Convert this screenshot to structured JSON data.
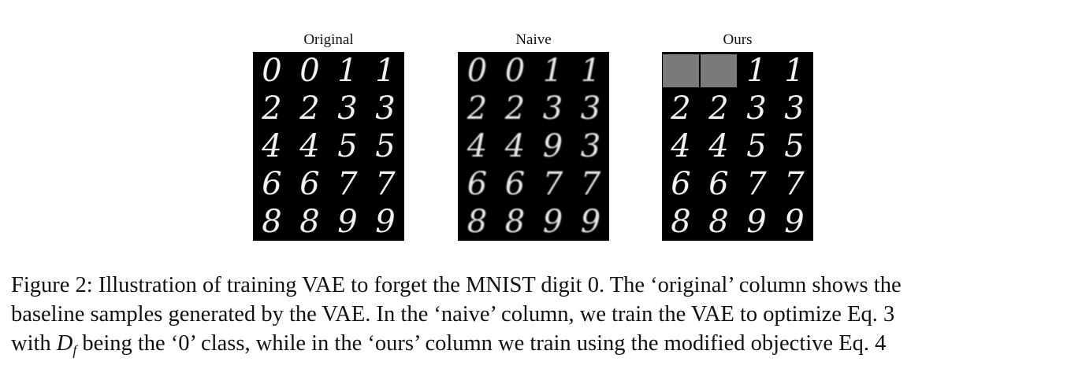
{
  "figure": {
    "panels": [
      {
        "title": "Original",
        "cells": [
          "0",
          "0",
          "1",
          "1",
          "2",
          "2",
          "3",
          "3",
          "4",
          "4",
          "5",
          "5",
          "6",
          "6",
          "7",
          "7",
          "8",
          "8",
          "9",
          "9"
        ],
        "grey_cells": []
      },
      {
        "title": "Naive",
        "cells": [
          "0",
          "0",
          "1",
          "1",
          "2",
          "2",
          "3",
          "3",
          "4",
          "4",
          "9",
          "3",
          "6",
          "6",
          "7",
          "7",
          "8",
          "8",
          "9",
          "9"
        ],
        "grey_cells": []
      },
      {
        "title": "Ours",
        "cells": [
          "",
          "",
          "1",
          "1",
          "2",
          "2",
          "3",
          "3",
          "4",
          "4",
          "5",
          "5",
          "6",
          "6",
          "7",
          "7",
          "8",
          "8",
          "9",
          "9"
        ],
        "grey_cells": [
          0,
          1
        ]
      }
    ],
    "caption_lines": [
      "Figure 2: Illustration of training VAE to forget the MNIST digit 0. The ‘original’ column shows the",
      "baseline samples generated by the VAE. In the ‘naive’ column, we train the VAE to optimize Eq. 3",
      {
        "pre": "with ",
        "math_base": "D",
        "math_sub": "f",
        "post": " being the ‘0’ class, while in the ‘ours’ column we train using the modified objective Eq. 4"
      }
    ]
  }
}
